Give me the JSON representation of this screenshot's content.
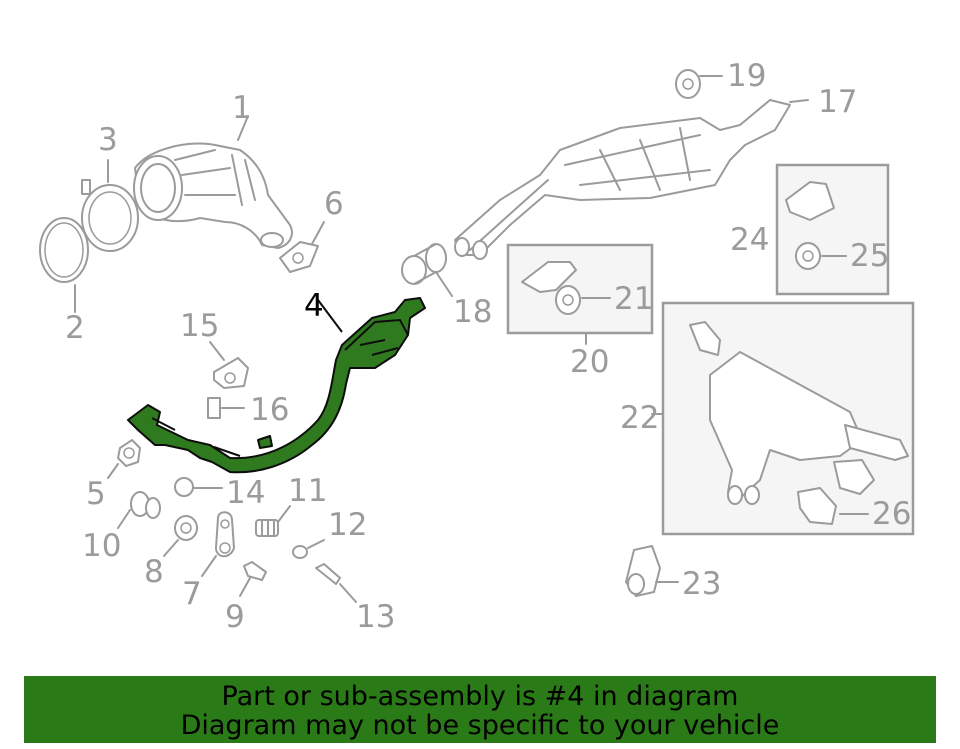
{
  "diagram": {
    "callouts": [
      "1",
      "2",
      "3",
      "4",
      "5",
      "6",
      "7",
      "8",
      "9",
      "10",
      "11",
      "12",
      "13",
      "14",
      "15",
      "16",
      "17",
      "18",
      "19",
      "20",
      "21",
      "22",
      "23",
      "24",
      "25",
      "26"
    ],
    "highlighted_part": "4",
    "highlight_color": "#2f7a1f",
    "line_color": "#9b9b9b"
  },
  "banner": {
    "line1": "Part or sub-assembly is #4 in diagram",
    "line2": "Diagram may not be specific to your vehicle",
    "background": "#2b7a18"
  }
}
